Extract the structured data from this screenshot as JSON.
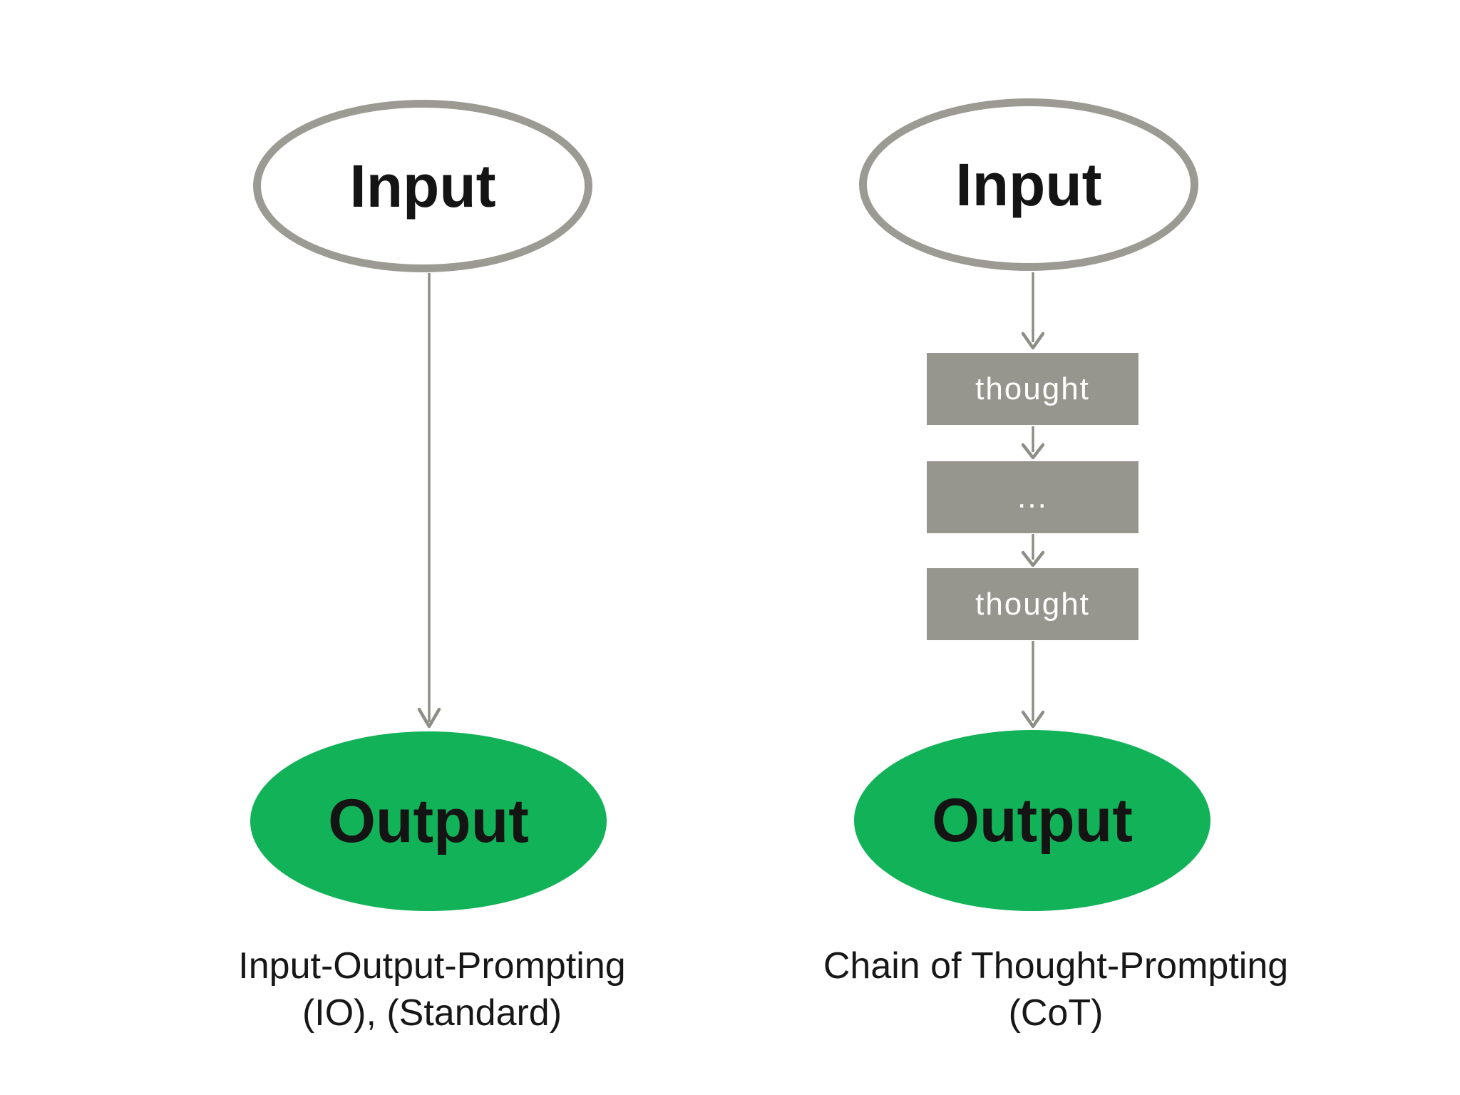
{
  "page": {
    "background": "#ffffff"
  },
  "colors": {
    "node_border_gray": "#9b9b93",
    "thought_box_gray": "#97968e",
    "arrow_gray": "#8e8e87",
    "output_green": "#12b258",
    "label_black": "#141414",
    "thought_text_white": "#ffffff"
  },
  "left_diagram": {
    "input_label": "Input",
    "output_label": "Output",
    "caption_line1": "Input-Output-Prompting",
    "caption_line2": "(IO), (Standard)"
  },
  "right_diagram": {
    "input_label": "Input",
    "thought_boxes": [
      "thought",
      "...",
      "thought"
    ],
    "output_label": "Output",
    "caption_line1": "Chain of Thought-Prompting",
    "caption_line2": "(CoT)"
  }
}
